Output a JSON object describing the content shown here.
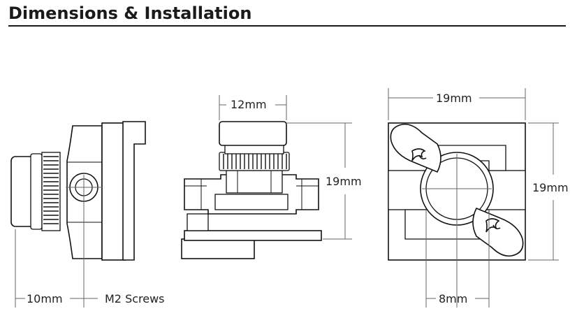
{
  "header": {
    "title": "Dimensions & Installation"
  },
  "dimensions": {
    "side_lens_width": "10mm",
    "side_screws": "M2 Screws",
    "front_lens_width": "12mm",
    "front_height": "19mm",
    "top_width": "19mm",
    "top_height": "19mm",
    "top_hole_spacing": "8mm"
  }
}
